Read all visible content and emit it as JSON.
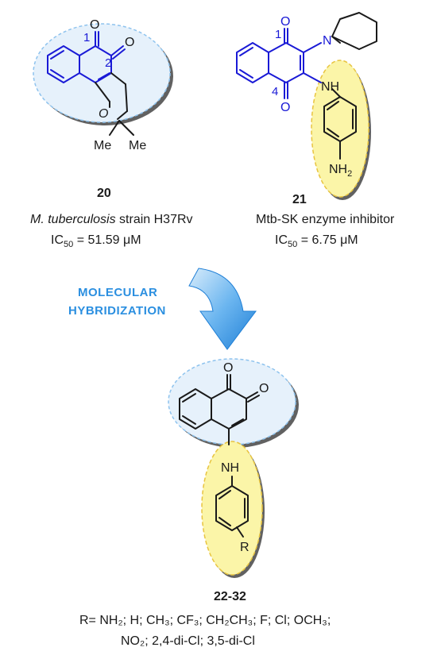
{
  "compound_20": {
    "id": "20",
    "locant_1": "1",
    "locant_2": "2",
    "atom_O_carbonyl_1": "O",
    "atom_O_carbonyl_2": "O",
    "atom_O_ring": "O",
    "atom_Me_1": "Me",
    "atom_Me_2": "Me",
    "organism": "M. tuberculosis",
    "strain": " strain H37Rv",
    "ic50_label": "IC",
    "ic50_sub": "50",
    "ic50_value": " = 51.59 μM"
  },
  "compound_21": {
    "id": "21",
    "locant_1": "1",
    "locant_4": "4",
    "atom_O_top": "O",
    "atom_O_bottom": "O",
    "atom_N_piperidine": "N",
    "atom_NH": "NH",
    "atom_NH2": "NH",
    "atom_NH2_sub": "2",
    "activity": "Mtb-SK enzyme inhibitor",
    "ic50_label": "IC",
    "ic50_sub": "50",
    "ic50_value": " = 6.75 μM"
  },
  "arrow": {
    "line_1": "MOLECULAR",
    "line_2": "HYBRIDIZATION"
  },
  "compound_22_32": {
    "id": "22-32",
    "atom_O_1": "O",
    "atom_O_2": "O",
    "atom_NH": "NH",
    "atom_R": "R",
    "substituents_line_1": "R= NH₂; H; CH₃; CF₃; CH₂CH₃; F; Cl; OCH₃;",
    "substituents_line_2": "NO₂; 2,4-di-Cl; 3,5-di-Cl"
  },
  "colors": {
    "structure_blue": "#1a1ad6",
    "highlight_yellow": "#fbf5a8",
    "highlight_blue": "#e6f1fb",
    "arrow_blue": "#2b8fe0",
    "text_dark": "#1a1a1a"
  }
}
